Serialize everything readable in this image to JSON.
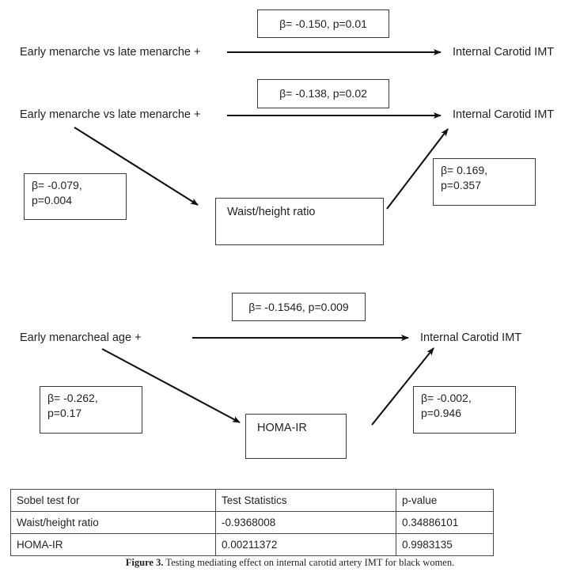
{
  "figure": {
    "caption_label": "Figure 3.",
    "caption_text": "Testing mediating effect on internal carotid artery IMT for black women."
  },
  "panels": [
    {
      "id": "panel-1-direct-effect",
      "predictor": "Early menarche vs late menarche +",
      "outcome": "Internal Carotid IMT",
      "path_label": "β= -0.150, p=0.01"
    },
    {
      "id": "panel-2-waist-height-mediation",
      "predictor": "Early menarche vs late menarche +",
      "outcome": "Internal Carotid IMT",
      "path_label": "β= -0.138, p=0.02",
      "mediator": "Waist/height ratio",
      "a_path_beta": "β= -0.079,",
      "a_path_p": "p=0.004",
      "b_path_beta": "β= 0.169,",
      "b_path_p": "p=0.357"
    },
    {
      "id": "panel-3-homa-ir-mediation",
      "predictor": "Early menarcheal age +",
      "outcome": "Internal Carotid IMT",
      "path_label": "β= -0.1546, p=0.009",
      "mediator": "HOMA-IR",
      "a_path_beta": "β= -0.262,",
      "a_path_p": "p=0.17",
      "b_path_beta": "β= -0.002,",
      "b_path_p": "p=0.946"
    }
  ],
  "sobel_table": {
    "headers": [
      "Sobel test for",
      "Test Statistics",
      "p-value"
    ],
    "rows": [
      [
        "Waist/height ratio",
        "-0.9368008",
        "0.34886101"
      ],
      [
        "HOMA-IR",
        "0.00211372",
        "0.9983135"
      ]
    ]
  },
  "colors": {
    "ink": "#231f20",
    "line": "#111111",
    "box_border": "#3a3a3a",
    "background": "#ffffff"
  }
}
